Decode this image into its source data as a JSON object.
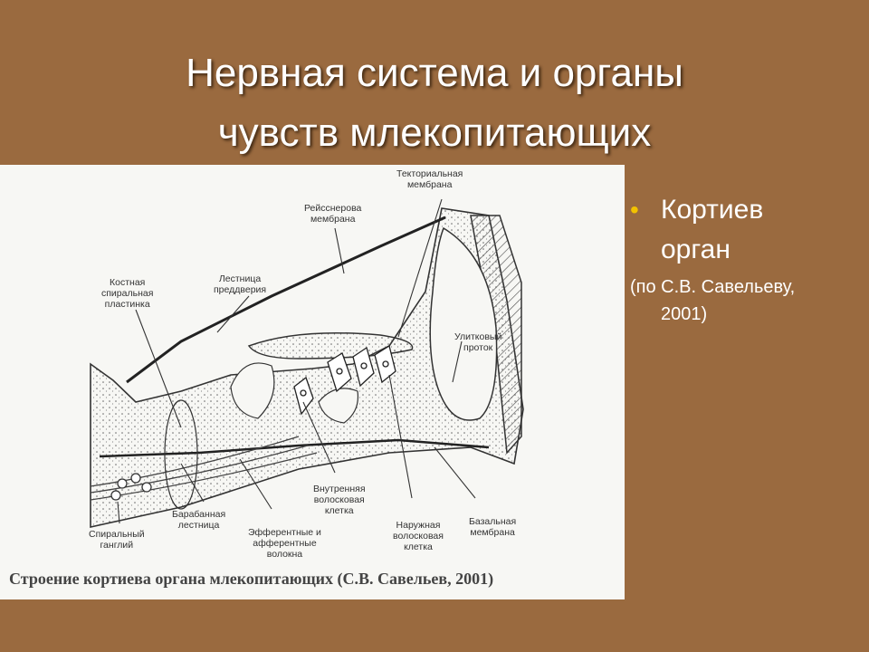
{
  "slide": {
    "title_line1": "Нервная система и органы",
    "title_line2": "чувств млекопитающих"
  },
  "bullets": {
    "main_line1": "Кортиев",
    "main_line2": "орган",
    "sub_line1": "(по С.В. Савельеву,",
    "sub_line2": "2001)",
    "bullet_color": "#f2c200"
  },
  "figure": {
    "caption": "Строение кортиева органа млекопитающих (С.В. Савельев, 2001)",
    "labels": {
      "tectorial_membrane": [
        "Текториальная",
        "мембрана"
      ],
      "reissner_membrane": [
        "Рейсснерова",
        "мембрана"
      ],
      "bony_spiral_lamina": [
        "Костная",
        "спиральная",
        "пластинка"
      ],
      "scala_vestibuli": [
        "Лестница",
        "преддверия"
      ],
      "cochlear_duct": [
        "Улитковый",
        "проток"
      ],
      "inner_hair_cell": [
        "Внутренняя",
        "волосковая",
        "клетка"
      ],
      "scala_tympani": [
        "Барабанная",
        "лестница"
      ],
      "spiral_ganglion": [
        "Спиральный",
        "ганглий"
      ],
      "efferent_afferent_fibers": [
        "Эфферентные и",
        "афферентные",
        "волокна"
      ],
      "outer_hair_cell": [
        "Наружная",
        "волосковая",
        "клетка"
      ],
      "basilar_membrane": [
        "Базальная",
        "мембрана"
      ]
    }
  }
}
